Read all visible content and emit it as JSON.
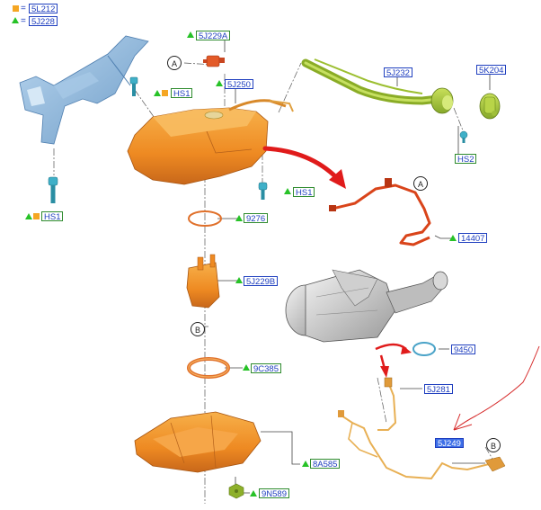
{
  "legend": [
    {
      "marker": "square",
      "color": "#f5a623",
      "eq": "=",
      "code": "5L212"
    },
    {
      "marker": "triangle",
      "color": "#27c227",
      "eq": "=",
      "code": "5J228"
    }
  ],
  "callouts": [
    "A",
    "B"
  ],
  "parts": {
    "p5J229A": "5J229A",
    "p5J250": "5J250",
    "p5J232": "5J232",
    "p5K204": "5K204",
    "hs1_top": "HS1",
    "hs1_mid": "HS1",
    "hs1_left": "HS1",
    "hs2": "HS2",
    "p9276": "9276",
    "p5J229B": "5J229B",
    "p9C385": "9C385",
    "p8A585": "8A585",
    "p9N589": "9N589",
    "p14407": "14407",
    "p9450": "9450",
    "p5J281": "5J281",
    "p5J249": "5J249"
  },
  "colors": {
    "label_border": "#1f3fbf",
    "triangle": "#27c227",
    "square": "#f5a623",
    "tank": "#f0962a",
    "bracket": "#8fbbe0",
    "filler": "#a6c83a",
    "pipe": "#e0521e",
    "highlight_label": "#3d6fe8",
    "annotation_arrow": "#e01b1b"
  }
}
